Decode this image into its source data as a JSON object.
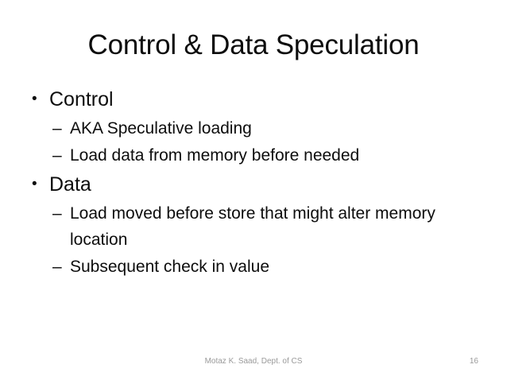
{
  "slide": {
    "title": "Control & Data Speculation",
    "bullet_glyph": "•",
    "dash_glyph": "–",
    "sections": [
      {
        "heading": "Control",
        "items": [
          "AKA Speculative loading",
          "Load data from memory before needed"
        ]
      },
      {
        "heading": "Data",
        "items": [
          "Load moved before store that might alter memory location",
          "Subsequent check in value"
        ]
      }
    ],
    "footer": {
      "note": "Motaz K. Saad, Dept. of CS",
      "page_number": "16"
    },
    "colors": {
      "background": "#ffffff",
      "text": "#0d0d0d",
      "footer_text": "#9a9a9a"
    }
  }
}
